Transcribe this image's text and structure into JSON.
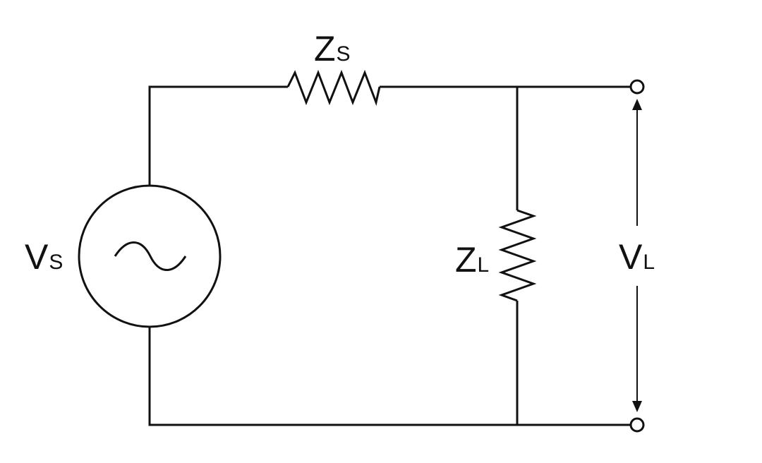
{
  "labels": {
    "zs": {
      "main": "Z",
      "sub": "S"
    },
    "vs": {
      "main": "V",
      "sub": "S"
    },
    "zl": {
      "main": "Z",
      "sub": "L"
    },
    "vl": {
      "main": "V",
      "sub": "L"
    }
  },
  "components": {
    "source": "ac-voltage-source-icon",
    "series_impedance": "resistor-icon",
    "load_impedance": "resistor-icon",
    "terminals": "terminal-icon",
    "voltage_arrow": "double-arrow-icon"
  }
}
